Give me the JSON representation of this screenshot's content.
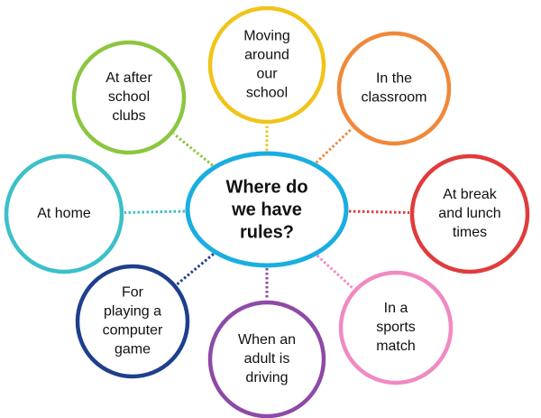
{
  "diagram": {
    "center": {
      "lines": [
        "Where do",
        "we have",
        "rules?"
      ],
      "color": "#1aaee0"
    },
    "nodes": [
      {
        "id": "moving",
        "lines": [
          "Moving",
          "around",
          "our",
          "school"
        ],
        "color": "#f0c419"
      },
      {
        "id": "classroom",
        "lines": [
          "In the",
          "classroom"
        ],
        "color": "#f0883a"
      },
      {
        "id": "break",
        "lines": [
          "At break",
          "and lunch",
          "times"
        ],
        "color": "#e03c3c"
      },
      {
        "id": "sports",
        "lines": [
          "In a",
          "sports",
          "match"
        ],
        "color": "#f08ac2"
      },
      {
        "id": "driving",
        "lines": [
          "When an",
          "adult is",
          "driving"
        ],
        "color": "#8e4aa6"
      },
      {
        "id": "computer",
        "lines": [
          "For",
          "playing a",
          "computer",
          "game"
        ],
        "color": "#1e3f8c"
      },
      {
        "id": "home",
        "lines": [
          "At home"
        ],
        "color": "#3cc0c8"
      },
      {
        "id": "clubs",
        "lines": [
          "At after",
          "school",
          "clubs"
        ],
        "color": "#8cc63f"
      }
    ]
  }
}
